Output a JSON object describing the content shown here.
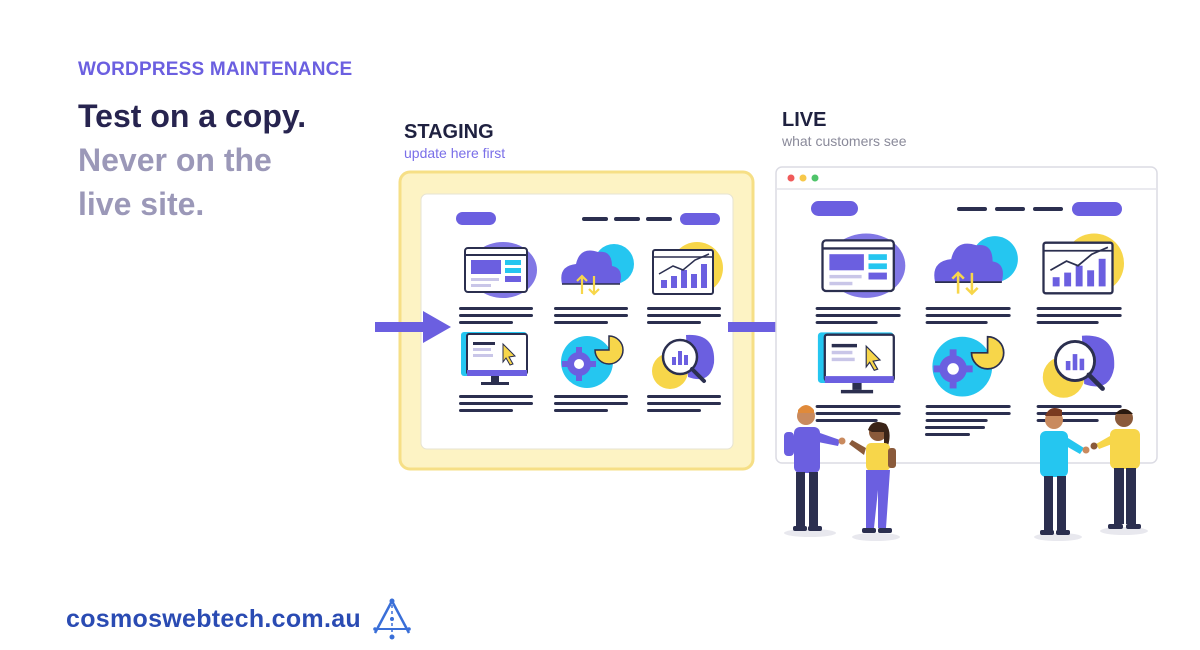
{
  "header": {
    "eyebrow": "WORDPRESS MAINTENANCE",
    "headline_line1": "Test on a copy.",
    "headline_line2": "Never on the",
    "headline_line3": "live site."
  },
  "staging": {
    "title": "STAGING",
    "subtitle": "update here first"
  },
  "live": {
    "title": "LIVE",
    "subtitle": "what customers see"
  },
  "footer": {
    "domain": "cosmoswebtech.com.au"
  },
  "colors": {
    "accent_purple": "#6b5fe0",
    "headline_dark": "#27244f",
    "headline_muted": "#9b98b8",
    "subtitle_purple": "#7a6fe8",
    "subtitle_gray": "#8a8a9a",
    "staging_frame": "#fbe79a",
    "cyan": "#25c6f0",
    "yellow": "#f7d64a",
    "navy": "#2b2f4f",
    "footer_blue": "#2a4bb3"
  },
  "icons": {
    "dashboard": "dashboard-icon",
    "cloud_sync": "cloud-sync-icon",
    "growth_chart": "growth-chart-icon",
    "monitor_cursor": "monitor-cursor-icon",
    "gear_pie": "gear-pie-icon",
    "magnifier_chart": "magnifier-chart-icon",
    "arrow": "arrow-right-icon",
    "logo": "cosmos-logo-icon"
  }
}
